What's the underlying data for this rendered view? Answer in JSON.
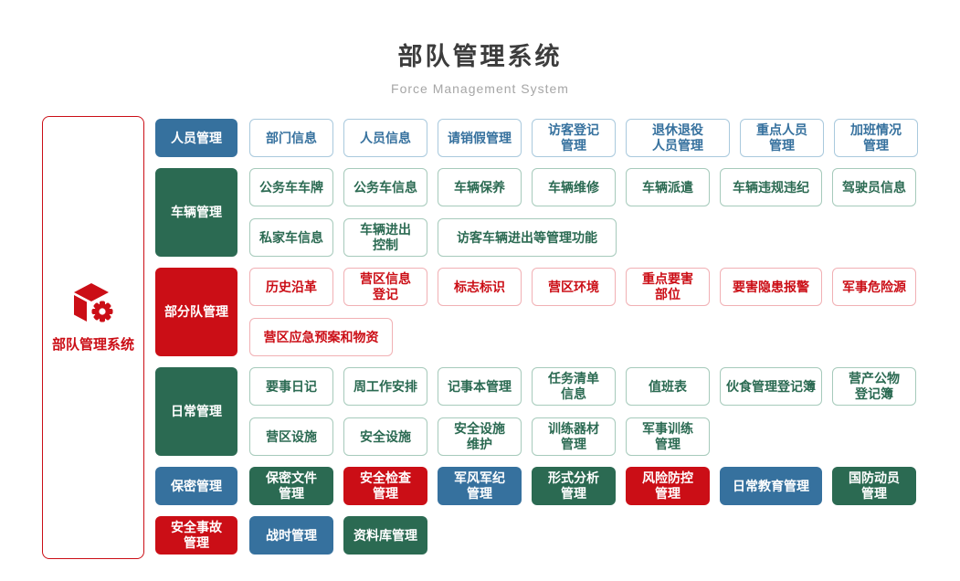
{
  "header": {
    "title": "部队管理系统",
    "subtitle": "Force Management System"
  },
  "root": {
    "label": "部队管理系统",
    "icon": "cube-gear-icon"
  },
  "colors": {
    "blue": "#36719E",
    "green": "#2B6A52",
    "red": "#CB0E16"
  },
  "rows": [
    {
      "category": {
        "label": "人员管理",
        "color": "blue"
      },
      "lines": [
        [
          {
            "label": "部门信息"
          },
          {
            "label": "人员信息"
          },
          {
            "label": "请销假管理"
          },
          {
            "label": "访客登记\n管理"
          },
          {
            "label": "退休退役\n人员管理",
            "w": 114
          },
          {
            "label": "重点人员\n管理"
          },
          {
            "label": "加班情况\n管理"
          }
        ]
      ]
    },
    {
      "category": {
        "label": "车辆管理",
        "color": "green"
      },
      "lines": [
        [
          {
            "label": "公务车车牌"
          },
          {
            "label": "公务车信息"
          },
          {
            "label": "车辆保养"
          },
          {
            "label": "车辆维修"
          },
          {
            "label": "车辆派遣"
          },
          {
            "label": "车辆违规违纪",
            "w": 112
          },
          {
            "label": "驾驶员信息"
          }
        ],
        [
          {
            "label": "私家车信息"
          },
          {
            "label": "车辆进出\n控制"
          },
          {
            "label": "访客车辆进出等管理功能",
            "w": 196
          }
        ]
      ]
    },
    {
      "category": {
        "label": "部分队管理",
        "color": "red"
      },
      "lines": [
        [
          {
            "label": "历史沿革"
          },
          {
            "label": "营区信息\n登记"
          },
          {
            "label": "标志标识"
          },
          {
            "label": "营区环境"
          },
          {
            "label": "重点要害\n部位"
          },
          {
            "label": "要害隐患报警",
            "w": 112
          },
          {
            "label": "军事危险源"
          }
        ],
        [
          {
            "label": "营区应急预案和物资",
            "w": 157
          }
        ]
      ]
    },
    {
      "category": {
        "label": "日常管理",
        "color": "green"
      },
      "lines": [
        [
          {
            "label": "要事日记"
          },
          {
            "label": "周工作安排"
          },
          {
            "label": "记事本管理"
          },
          {
            "label": "任务清单\n信息"
          },
          {
            "label": "值班表"
          },
          {
            "label": "伙食管理登记簿",
            "w": 112
          },
          {
            "label": "营产公物\n登记簿"
          }
        ],
        [
          {
            "label": "营区设施"
          },
          {
            "label": "安全设施"
          },
          {
            "label": "安全设施\n维护"
          },
          {
            "label": "训练器材\n管理"
          },
          {
            "label": "军事训练\n管理"
          }
        ]
      ]
    },
    {
      "category": {
        "label": "保密管理",
        "color": "blue"
      },
      "lines": [
        [
          {
            "label": "保密文件\n管理",
            "style": "solid",
            "color": "green"
          },
          {
            "label": "安全检查\n管理",
            "style": "solid",
            "color": "red"
          },
          {
            "label": "军风军纪\n管理",
            "style": "solid",
            "color": "blue"
          },
          {
            "label": "形式分析\n管理",
            "style": "solid",
            "color": "green"
          },
          {
            "label": "风险防控\n管理",
            "style": "solid",
            "color": "red"
          },
          {
            "label": "日常教育管理",
            "style": "solid",
            "color": "blue",
            "w": 112
          },
          {
            "label": "国防动员\n管理",
            "style": "solid",
            "color": "green"
          }
        ]
      ]
    },
    {
      "category": {
        "label": "安全事故\n管理",
        "color": "red"
      },
      "lines": [
        [
          {
            "label": "战时管理",
            "style": "solid",
            "color": "blue"
          },
          {
            "label": "资料库管理",
            "style": "solid",
            "color": "green"
          }
        ]
      ]
    }
  ]
}
